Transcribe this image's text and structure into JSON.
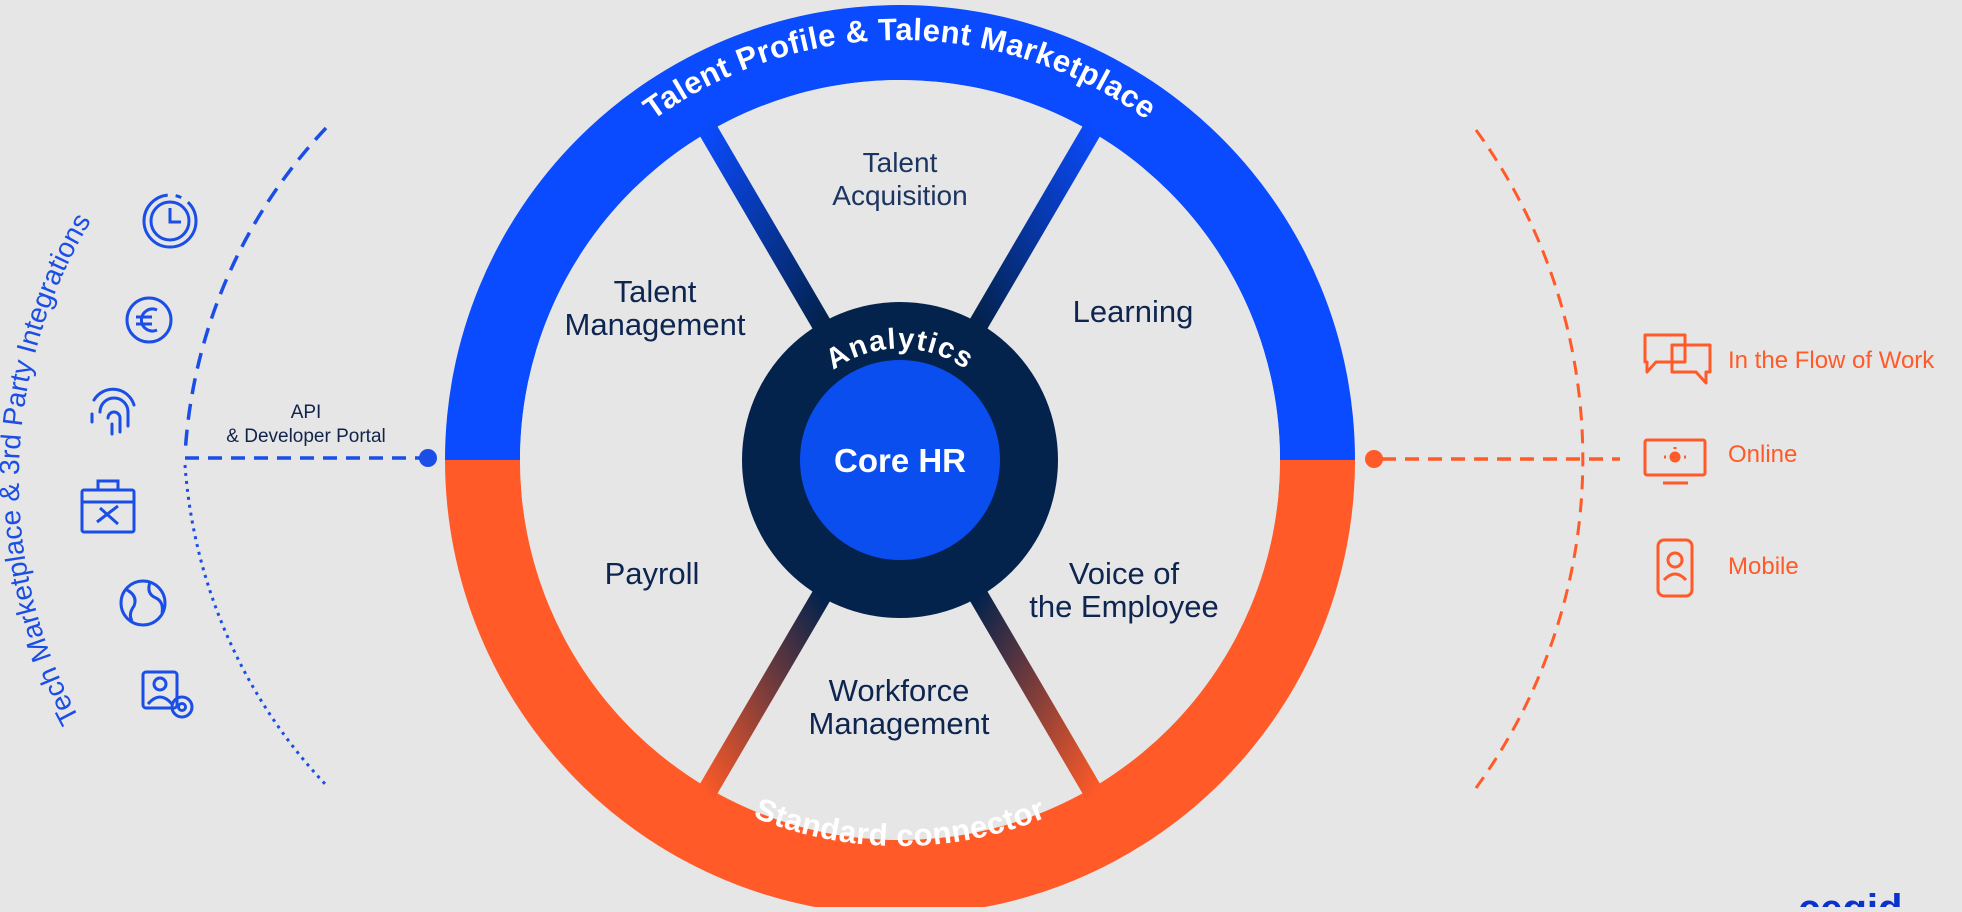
{
  "diagram": {
    "outer_ring": {
      "top_label": "Talent Profile & Talent Marketplace",
      "bottom_label": "Standard connector",
      "colors": {
        "top": "#0b4bff",
        "bottom": "#ff5a28",
        "center_dark": "#03224c",
        "center_core": "#0a4ef0"
      }
    },
    "center": {
      "analytics_label": "Analytics",
      "core_label": "Core HR"
    },
    "segments": {
      "talent_acquisition": {
        "line1": "Talent",
        "line2": "Acquisition"
      },
      "learning": {
        "line1": "Learning"
      },
      "voice_of_employee": {
        "line1": "Voice of",
        "line2": "the Employee"
      },
      "workforce_management": {
        "line1": "Workforce",
        "line2": "Management"
      },
      "payroll": {
        "line1": "Payroll"
      },
      "talent_management": {
        "line1": "Talent",
        "line2": "Management"
      }
    },
    "left_side": {
      "arc_title": "Tech Marketplace & 3rd Party Integrations",
      "api_line1": "API",
      "api_line2": "& Developer Portal",
      "icons": [
        "clock-icon",
        "euro-icon",
        "fingerprint-icon",
        "toolbox-icon",
        "puzzle-globe-icon",
        "user-settings-icon"
      ]
    },
    "right_side": {
      "channels": [
        {
          "icon": "chat-bubbles-icon",
          "label": "In the Flow of Work"
        },
        {
          "icon": "monitor-icon",
          "label": "Online"
        },
        {
          "icon": "mobile-icon",
          "label": "Mobile"
        }
      ]
    },
    "logo": "cegid"
  }
}
